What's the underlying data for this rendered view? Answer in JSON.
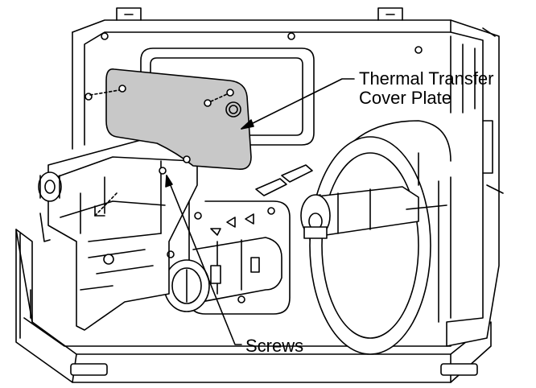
{
  "labels": {
    "cover_plate_line1": "Thermal Transfer",
    "cover_plate_line2": "Cover Plate",
    "screws": "Screws"
  },
  "colors": {
    "line": "#000000",
    "cover_plate_fill": "#c8c8c8",
    "body_fill": "#ffffff",
    "background": "#ffffff"
  }
}
